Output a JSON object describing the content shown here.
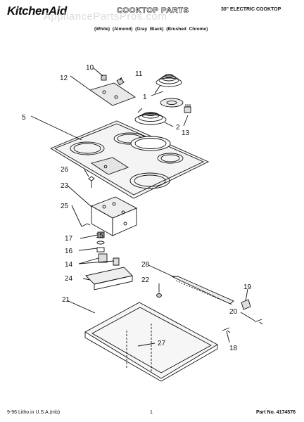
{
  "header": {
    "brand": "KitchenAid",
    "title": "COOKTOP PARTS",
    "subtitle": "30\" ELECTRIC COOKTOP",
    "models_line": "",
    "colors_line": "(White)   (Almond)   (Gray Black) (Brushed Chrome)"
  },
  "watermark": "AppliancePartsPros.com",
  "footer": {
    "litho": "9-96 Litho in U.S.A.(mb)",
    "page": "1",
    "part_no": "Part No. 4174576"
  },
  "callouts": {
    "c1": "1",
    "c2": "2",
    "c5": "5",
    "c10": "10",
    "c11": "11",
    "c12": "12",
    "c13": "13",
    "c14": "14",
    "c15": "15",
    "c16": "16",
    "c17": "17",
    "c18": "18",
    "c19": "19",
    "c20": "20",
    "c21": "21",
    "c22": "22",
    "c23": "23",
    "c24": "24",
    "c25": "25",
    "c26": "26",
    "c27": "27",
    "c28": "28"
  }
}
